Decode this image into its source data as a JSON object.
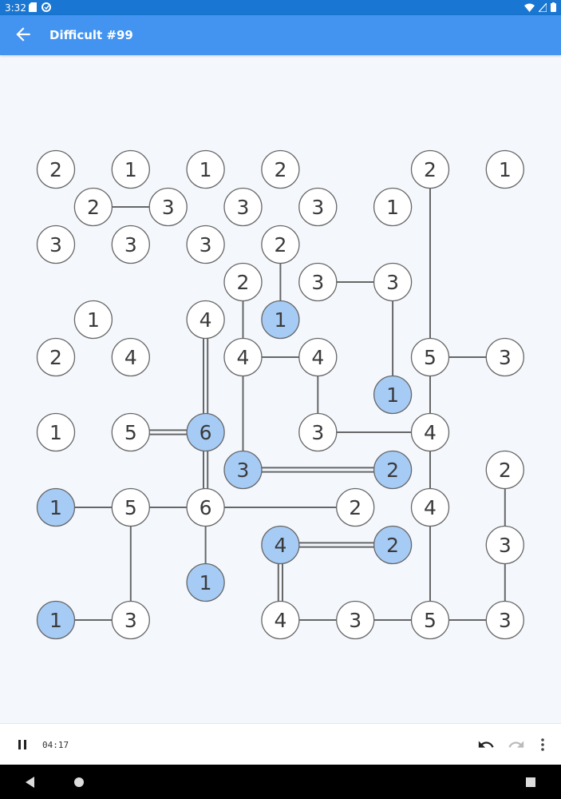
{
  "status_bar": {
    "time": "3:32",
    "icons": [
      "sd-card-icon",
      "sync-icon",
      "wifi-icon",
      "signal-icon",
      "battery-icon"
    ]
  },
  "app_bar": {
    "title": "Difficult #99"
  },
  "game": {
    "colors": {
      "island_fill": "#ffffff",
      "island_complete_fill": "#a6cbf5",
      "stroke": "#666666",
      "bridge": "#666666",
      "text": "#3a3a3a"
    },
    "islands": [
      {
        "row": 0,
        "col": 0,
        "v": "2"
      },
      {
        "row": 0,
        "col": 2,
        "v": "1"
      },
      {
        "row": 0,
        "col": 4,
        "v": "1"
      },
      {
        "row": 0,
        "col": 6,
        "v": "2"
      },
      {
        "row": 0,
        "col": 10,
        "v": "2"
      },
      {
        "row": 0,
        "col": 12,
        "v": "1"
      },
      {
        "row": 1,
        "col": 1,
        "v": "2"
      },
      {
        "row": 1,
        "col": 3,
        "v": "3"
      },
      {
        "row": 1,
        "col": 5,
        "v": "3"
      },
      {
        "row": 1,
        "col": 7,
        "v": "3"
      },
      {
        "row": 1,
        "col": 9,
        "v": "1"
      },
      {
        "row": 2,
        "col": 0,
        "v": "3"
      },
      {
        "row": 2,
        "col": 2,
        "v": "3"
      },
      {
        "row": 2,
        "col": 4,
        "v": "3"
      },
      {
        "row": 2,
        "col": 6,
        "v": "2"
      },
      {
        "row": 3,
        "col": 5,
        "v": "2"
      },
      {
        "row": 3,
        "col": 7,
        "v": "3"
      },
      {
        "row": 3,
        "col": 9,
        "v": "3"
      },
      {
        "row": 4,
        "col": 1,
        "v": "1"
      },
      {
        "row": 4,
        "col": 4,
        "v": "4"
      },
      {
        "row": 4,
        "col": 6,
        "v": "1",
        "done": true
      },
      {
        "row": 5,
        "col": 0,
        "v": "2"
      },
      {
        "row": 5,
        "col": 2,
        "v": "4"
      },
      {
        "row": 5,
        "col": 5,
        "v": "4"
      },
      {
        "row": 5,
        "col": 7,
        "v": "4"
      },
      {
        "row": 5,
        "col": 10,
        "v": "5"
      },
      {
        "row": 5,
        "col": 12,
        "v": "3"
      },
      {
        "row": 6,
        "col": 9,
        "v": "1",
        "done": true
      },
      {
        "row": 7,
        "col": 0,
        "v": "1"
      },
      {
        "row": 7,
        "col": 2,
        "v": "5"
      },
      {
        "row": 7,
        "col": 4,
        "v": "6",
        "done": true
      },
      {
        "row": 7,
        "col": 7,
        "v": "3"
      },
      {
        "row": 7,
        "col": 10,
        "v": "4"
      },
      {
        "row": 8,
        "col": 5,
        "v": "3",
        "done": true
      },
      {
        "row": 8,
        "col": 9,
        "v": "2",
        "done": true
      },
      {
        "row": 8,
        "col": 12,
        "v": "2"
      },
      {
        "row": 9,
        "col": 0,
        "v": "1",
        "done": true
      },
      {
        "row": 9,
        "col": 2,
        "v": "5"
      },
      {
        "row": 9,
        "col": 4,
        "v": "6"
      },
      {
        "row": 9,
        "col": 8,
        "v": "2"
      },
      {
        "row": 9,
        "col": 10,
        "v": "4"
      },
      {
        "row": 10,
        "col": 6,
        "v": "4",
        "done": true
      },
      {
        "row": 10,
        "col": 9,
        "v": "2",
        "done": true
      },
      {
        "row": 10,
        "col": 12,
        "v": "3"
      },
      {
        "row": 11,
        "col": 4,
        "v": "1",
        "done": true
      },
      {
        "row": 12,
        "col": 0,
        "v": "1",
        "done": true
      },
      {
        "row": 12,
        "col": 2,
        "v": "3"
      },
      {
        "row": 12,
        "col": 6,
        "v": "4"
      },
      {
        "row": 12,
        "col": 8,
        "v": "3"
      },
      {
        "row": 12,
        "col": 10,
        "v": "5"
      },
      {
        "row": 12,
        "col": 12,
        "v": "3"
      }
    ],
    "bridges": [
      {
        "from": [
          1,
          1
        ],
        "to": [
          1,
          3
        ],
        "n": 1
      },
      {
        "from": [
          0,
          10
        ],
        "to": [
          5,
          10
        ],
        "n": 1
      },
      {
        "from": [
          2,
          6
        ],
        "to": [
          4,
          6
        ],
        "n": 1
      },
      {
        "from": [
          3,
          7
        ],
        "to": [
          3,
          9
        ],
        "n": 1
      },
      {
        "from": [
          3,
          9
        ],
        "to": [
          6,
          9
        ],
        "n": 1
      },
      {
        "from": [
          3,
          5
        ],
        "to": [
          5,
          5
        ],
        "n": 1
      },
      {
        "from": [
          4,
          4
        ],
        "to": [
          7,
          4
        ],
        "n": 2
      },
      {
        "from": [
          5,
          5
        ],
        "to": [
          5,
          7
        ],
        "n": 1
      },
      {
        "from": [
          5,
          5
        ],
        "to": [
          8,
          5
        ],
        "n": 1
      },
      {
        "from": [
          5,
          7
        ],
        "to": [
          7,
          7
        ],
        "n": 1
      },
      {
        "from": [
          5,
          10
        ],
        "to": [
          5,
          12
        ],
        "n": 1
      },
      {
        "from": [
          5,
          10
        ],
        "to": [
          7,
          10
        ],
        "n": 1
      },
      {
        "from": [
          7,
          2
        ],
        "to": [
          7,
          4
        ],
        "n": 2
      },
      {
        "from": [
          7,
          4
        ],
        "to": [
          9,
          4
        ],
        "n": 2
      },
      {
        "from": [
          7,
          7
        ],
        "to": [
          7,
          10
        ],
        "n": 1
      },
      {
        "from": [
          8,
          5
        ],
        "to": [
          8,
          9
        ],
        "n": 2
      },
      {
        "from": [
          7,
          10
        ],
        "to": [
          9,
          10
        ],
        "n": 1
      },
      {
        "from": [
          8,
          12
        ],
        "to": [
          10,
          12
        ],
        "n": 1
      },
      {
        "from": [
          9,
          0
        ],
        "to": [
          9,
          2
        ],
        "n": 1
      },
      {
        "from": [
          9,
          2
        ],
        "to": [
          9,
          4
        ],
        "n": 1
      },
      {
        "from": [
          9,
          4
        ],
        "to": [
          9,
          8
        ],
        "n": 1
      },
      {
        "from": [
          9,
          2
        ],
        "to": [
          12,
          2
        ],
        "n": 1
      },
      {
        "from": [
          9,
          4
        ],
        "to": [
          11,
          4
        ],
        "n": 1
      },
      {
        "from": [
          10,
          6
        ],
        "to": [
          10,
          9
        ],
        "n": 2
      },
      {
        "from": [
          10,
          6
        ],
        "to": [
          12,
          6
        ],
        "n": 2
      },
      {
        "from": [
          9,
          10
        ],
        "to": [
          12,
          10
        ],
        "n": 1
      },
      {
        "from": [
          10,
          12
        ],
        "to": [
          12,
          12
        ],
        "n": 1
      },
      {
        "from": [
          12,
          0
        ],
        "to": [
          12,
          2
        ],
        "n": 1
      },
      {
        "from": [
          12,
          6
        ],
        "to": [
          12,
          8
        ],
        "n": 1
      },
      {
        "from": [
          12,
          8
        ],
        "to": [
          12,
          10
        ],
        "n": 1
      },
      {
        "from": [
          12,
          10
        ],
        "to": [
          12,
          12
        ],
        "n": 1
      }
    ]
  },
  "bottom_bar": {
    "timer": "04:17"
  },
  "nav_bar": {
    "buttons": [
      "back-triangle-icon",
      "home-circle-icon",
      "recents-square-icon"
    ]
  }
}
